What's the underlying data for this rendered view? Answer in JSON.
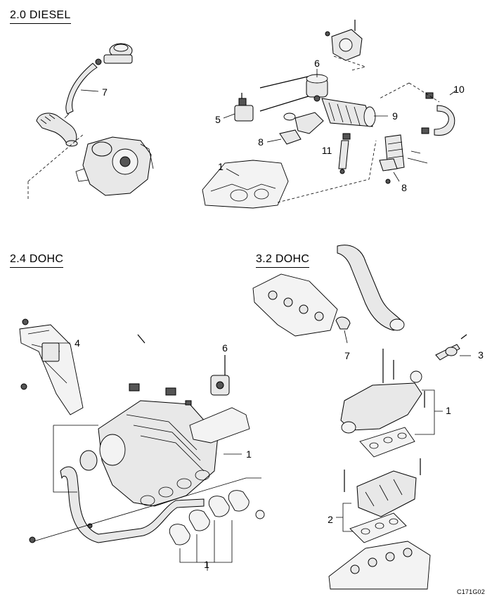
{
  "sections": {
    "diesel": "2.0 DIESEL",
    "dohc24": "2.4 DOHC",
    "dohc32": "3.2 DOHC"
  },
  "callouts": {
    "diesel_7": "7",
    "diesel_6": "6",
    "diesel_10": "10",
    "diesel_5": "5",
    "diesel_9": "9",
    "diesel_8a": "8",
    "diesel_11": "11",
    "diesel_1": "1",
    "diesel_8b": "8",
    "dohc24_4": "4",
    "dohc24_6": "6",
    "dohc24_1a": "1",
    "dohc24_1b": "1",
    "dohc32_7": "7",
    "dohc32_3": "3",
    "dohc32_1": "1",
    "dohc32_2": "2"
  },
  "figure_code": "C171G02"
}
